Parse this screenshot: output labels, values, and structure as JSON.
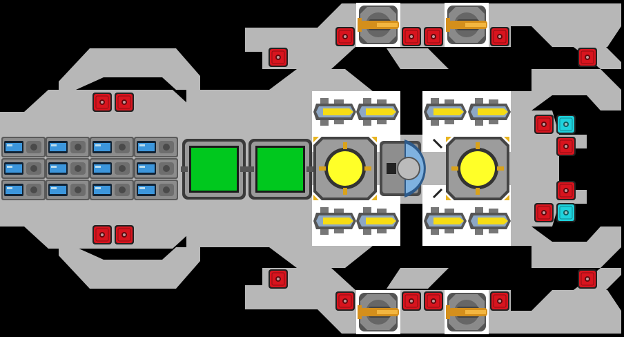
{
  "colors": {
    "background": "#000000",
    "hull": "#b7b7b7",
    "highlight_pad": "#ffffff",
    "red_block": "#d8141e",
    "cyan_block": "#1ed2dc",
    "reactor_core": "#ffff28",
    "green_tank": "#00c81e",
    "blue_cell": "#3c96dc",
    "orange_turret": "#d48f1c"
  },
  "blocks": [
    {
      "kind": "turret-orange",
      "id": "turret-top-1"
    },
    {
      "kind": "turret-orange",
      "id": "turret-top-2"
    },
    {
      "kind": "turret-orange",
      "id": "turret-bottom-1"
    },
    {
      "kind": "turret-orange",
      "id": "turret-bottom-2"
    },
    {
      "kind": "reactor",
      "id": "reactor-left"
    },
    {
      "kind": "reactor",
      "id": "reactor-right"
    },
    {
      "kind": "cockpit",
      "id": "cockpit"
    },
    {
      "kind": "green-tank",
      "id": "tank-1"
    },
    {
      "kind": "green-tank",
      "id": "tank-2"
    },
    {
      "kind": "battery-cell",
      "id": "battery-cells"
    },
    {
      "kind": "thruster-yellow",
      "id": "thrusters"
    },
    {
      "kind": "red-block",
      "id": "red-blocks"
    },
    {
      "kind": "cyan-block",
      "id": "cyan-blocks"
    }
  ]
}
